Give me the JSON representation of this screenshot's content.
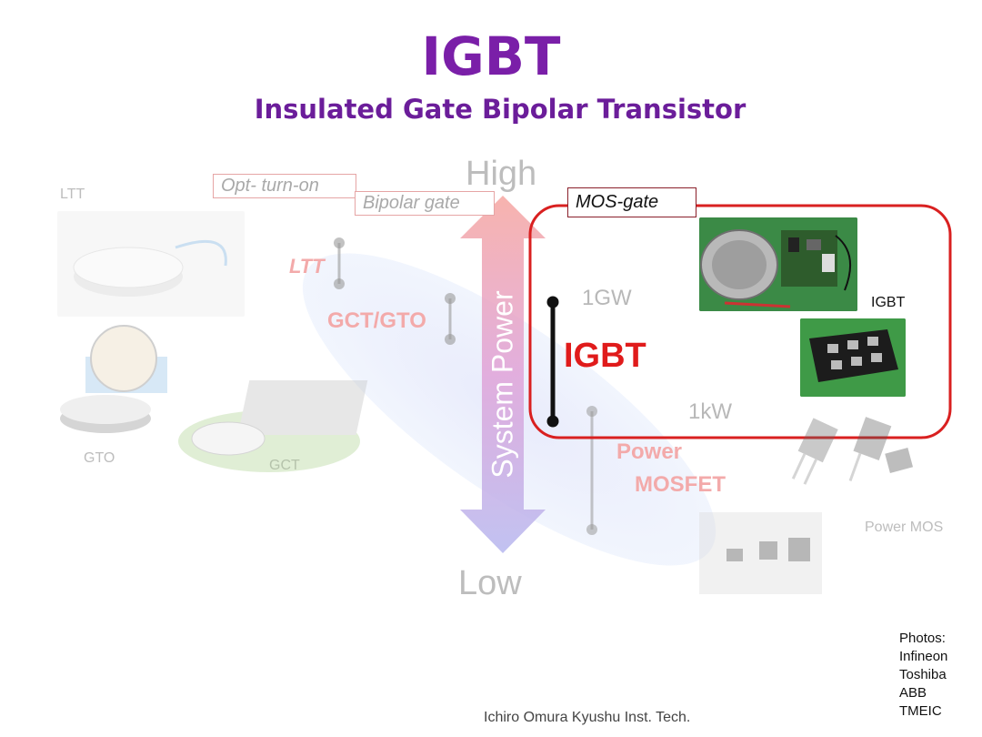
{
  "title": "IGBT",
  "subtitle": "Insulated Gate Bipolar Transistor",
  "axis": {
    "high": "High",
    "low": "Low",
    "label": "System Power"
  },
  "tags": {
    "opt": "Opt- turn-on",
    "bipolar": "Bipolar gate",
    "mos": "MOS-gate"
  },
  "devices": {
    "ltt": "LTT",
    "gct_gto": "GCT/GTO",
    "igbt": "IGBT",
    "power": "Power",
    "mosfet": "MOSFET"
  },
  "power_levels": {
    "high": "1GW",
    "low": "1kW"
  },
  "photo_labels": {
    "ltt": "LTT",
    "gto": "GTO",
    "gct": "GCT",
    "igbt": "IGBT",
    "power_mos": "Power MOS"
  },
  "credits": [
    "Photos:",
    "Infineon",
    "Toshiba",
    "ABB",
    "TMEIC"
  ],
  "footer": "Ichiro Omura Kyushu Inst. Tech.",
  "colors": {
    "title": "#7a1fa8",
    "highlight": "#e01b1b",
    "frame": "#d92020"
  }
}
